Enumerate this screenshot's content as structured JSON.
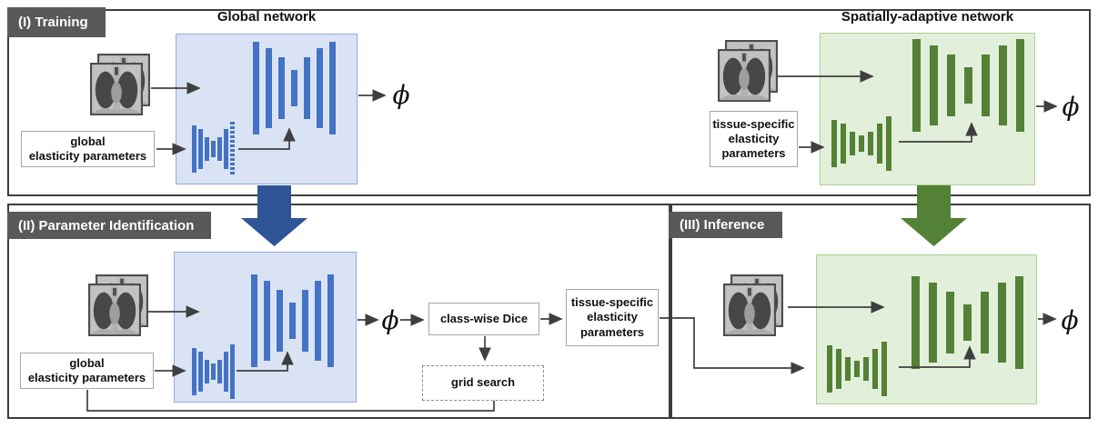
{
  "figure": {
    "type": "method-pipeline-diagram",
    "description_visible_text_only": true
  },
  "colors": {
    "c-border": "#3e3e3e",
    "c-label-bg": "#595959",
    "c-line": "#3f3f3f",
    "c-blue-bar": "#4472c4",
    "c-blue-fill": "#dae3f4",
    "c-blue-edge": "#8faadc",
    "c-blue-arrow": "#2f5597",
    "c-green-bar": "#538135",
    "c-green-fill": "#e2efda",
    "c-green-edge": "#a9d18e",
    "c-green-arrow": "#538135",
    "c-box-edge": "#a6a6a6"
  },
  "network_bars": {
    "decoder": [
      102,
      88,
      68,
      40,
      68,
      88,
      102
    ],
    "encoder": [
      52,
      44,
      26,
      18,
      26,
      44,
      60
    ]
  },
  "icons": {
    "lung_ct_image": "stacked grayscale chest-CT thumbnails",
    "big_blue_arrow": "block arrow down (trained global network handoff)",
    "big_green_arrow": "block arrow down (trained spatially-adaptive network handoff)"
  },
  "panel_training": {
    "label": "(I) Training",
    "global_title": "Global network",
    "adaptive_title": "Spatially-adaptive network",
    "global_input": "global\nelasticity parameters",
    "adaptive_input": "tissue-specific\nelasticity\nparameters",
    "global_output": "ϕ",
    "adaptive_output": "ϕ"
  },
  "panel_identification": {
    "label": "(II) Parameter Identification",
    "input": "global\nelasticity parameters",
    "output": "ϕ",
    "dice": "class-wise Dice",
    "grid": "grid search",
    "result": "tissue-specific\nelasticity\nparameters"
  },
  "panel_inference": {
    "label": "(III) Inference",
    "output": "ϕ"
  }
}
